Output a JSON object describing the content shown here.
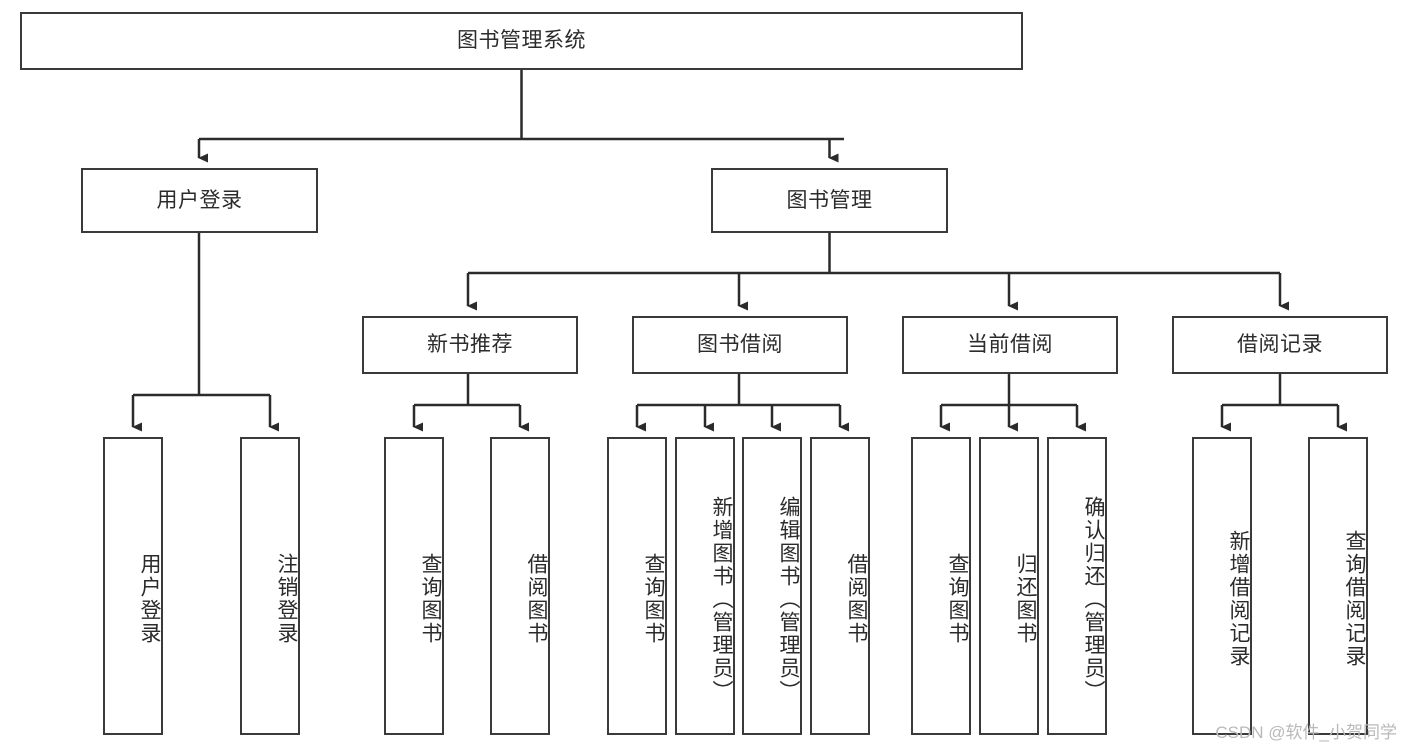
{
  "diagram": {
    "title": "图书管理系统",
    "type": "tree-hierarchy-chart",
    "watermark": "CSDN @软件_小贺同学",
    "colors": {
      "box_border": "#3a3a3a",
      "box_fill": "#ffffff",
      "edge": "#2b2b2b",
      "text": "#2b2b2b",
      "watermark": "#b9b9b9",
      "background": "#ffffff"
    },
    "root": {
      "label": "图书管理系统"
    },
    "level2": [
      {
        "label": "用户登录"
      },
      {
        "label": "图书管理"
      }
    ],
    "level3": [
      {
        "label": "新书推荐"
      },
      {
        "label": "图书借阅"
      },
      {
        "label": "当前借阅"
      },
      {
        "label": "借阅记录"
      }
    ],
    "leaves": {
      "user_login": [
        {
          "label": "用户登录"
        },
        {
          "label": "注销登录"
        }
      ],
      "new_book_recommend": [
        {
          "label": "查询图书"
        },
        {
          "label": "借阅图书"
        }
      ],
      "book_borrow": [
        {
          "label": "查询图书"
        },
        {
          "label": "新增图书（管理员）"
        },
        {
          "label": "编辑图书（管理员）"
        },
        {
          "label": "借阅图书"
        }
      ],
      "current_borrow": [
        {
          "label": "查询图书"
        },
        {
          "label": "归还图书"
        },
        {
          "label": "确认归还（管理员）"
        }
      ],
      "borrow_record": [
        {
          "label": "新增借阅记录"
        },
        {
          "label": "查询借阅记录"
        }
      ]
    }
  }
}
